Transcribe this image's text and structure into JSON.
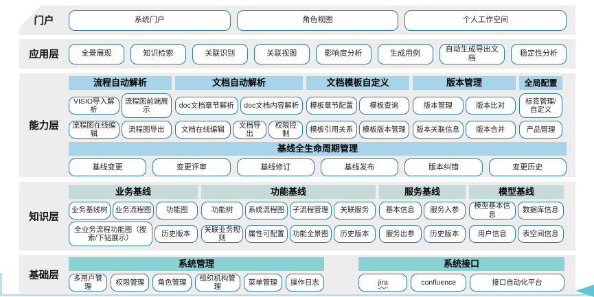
{
  "portal": {
    "label": "门户",
    "buttons": [
      "系统门户",
      "角色视图",
      "个人工作空间"
    ]
  },
  "application": {
    "label": "应用层",
    "buttons": [
      "全景展现",
      "知识检索",
      "关联识别",
      "关联视图",
      "影响度分析",
      "生成用例",
      "自动生成导出文档",
      "稳定性分析"
    ]
  },
  "capability": {
    "label": "能力层",
    "groups": [
      {
        "title": "流程自动解析",
        "rows": [
          [
            "VISIO导入解析",
            "流程图前端展示"
          ],
          [
            "流程图在线编辑",
            "流程图导出"
          ]
        ]
      },
      {
        "title": "文档自动解析",
        "rows": [
          [
            "doc文档章节解析",
            "doc文档内容解析"
          ],
          [
            "文档在线编辑",
            "文档导出",
            "权限控制"
          ]
        ]
      },
      {
        "title": "文档模板自定义",
        "rows": [
          [
            "模板章节配置",
            "模板查询"
          ],
          [
            "模板引用关系",
            "模板版本管理"
          ]
        ]
      },
      {
        "title": "版本管理",
        "rows": [
          [
            "版本管理",
            "版本比对"
          ],
          [
            "版本关联信息",
            "版本合并"
          ]
        ]
      },
      {
        "title": "全局配置",
        "rows": [
          [
            "标签管理/自定义"
          ],
          [
            "产品管理"
          ]
        ]
      }
    ],
    "baseline": {
      "title": "基线全生命周期管理",
      "buttons": [
        "基线变更",
        "变更评审",
        "基线修订",
        "基线发布",
        "版本纠错",
        "变更历史"
      ]
    }
  },
  "knowledge": {
    "label": "知识层",
    "groups": [
      {
        "title": "业务基线",
        "rows": [
          [
            "业务基线树",
            "业务流程图",
            "功能图"
          ],
          [
            "全业务流程功能图（搜索/下钻展示）",
            "历史版本"
          ]
        ]
      },
      {
        "title": "功能基线",
        "rows": [
          [
            "功能树",
            "系统流程图",
            "子流程管理",
            "关联服务"
          ],
          [
            "关联业务规则",
            "属性可配置",
            "功能全景图",
            "历史版本"
          ]
        ]
      },
      {
        "title": "服务基线",
        "rows": [
          [
            "基本信息",
            "服务入参"
          ],
          [
            "服务出参",
            "历史版本"
          ]
        ]
      },
      {
        "title": "模型基线",
        "rows": [
          [
            "模型基本信息",
            "数据库信息"
          ],
          [
            "用户信息",
            "表空间信息"
          ]
        ]
      }
    ]
  },
  "base": {
    "label": "基础层",
    "groups": [
      {
        "title": "系统管理",
        "buttons": [
          "多用户管理",
          "权限管理",
          "角色管理",
          "组织机构管理",
          "菜单管理",
          "操作日志"
        ]
      },
      {
        "title": "系统接口",
        "buttons": [
          "jira",
          "confluence",
          "接口自动化平台"
        ]
      }
    ]
  },
  "colors": {
    "band_bg": "#ededed",
    "box_border": "#2e7d9c",
    "capability_header_bg": "#a7d4e8",
    "knowledge_header_bg": "#c7dada",
    "base_header_bg": "#8bd0d3",
    "bottom_line": "#b9e0e8",
    "arrow": "#5ec6d2"
  }
}
